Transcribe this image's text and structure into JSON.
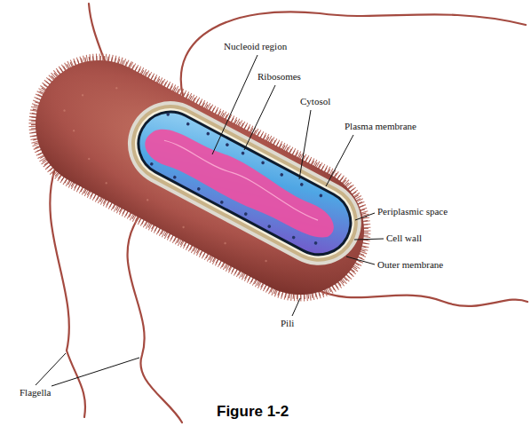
{
  "diagram": {
    "caption": "Figure 1-2",
    "labels": [
      "Nucleoid region",
      "Ribosomes",
      "Cytosol",
      "Plasma membrane",
      "Periplasmic space",
      "Cell wall",
      "Outer membrane",
      "Pili",
      "Flagella"
    ]
  }
}
